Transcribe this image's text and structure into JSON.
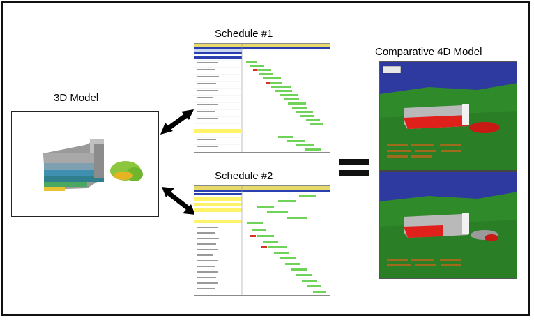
{
  "labels": {
    "model3d": "3D Model",
    "schedule1": "Schedule #1",
    "schedule2": "Schedule #2",
    "comparative": "Comparative 4D Model"
  },
  "symbols": {
    "equals": "equals-sign",
    "arrows": "double-headed-arrow"
  },
  "colors": {
    "sky": "#2f3aa0",
    "ground": "#2f8a2a",
    "building_gray": "#b9b9b9",
    "building_red": "#e0201a",
    "gantt_bar": "#6fd35a",
    "gantt_highlight": "#fff36a",
    "gantt_blue": "#2a3fb0"
  }
}
